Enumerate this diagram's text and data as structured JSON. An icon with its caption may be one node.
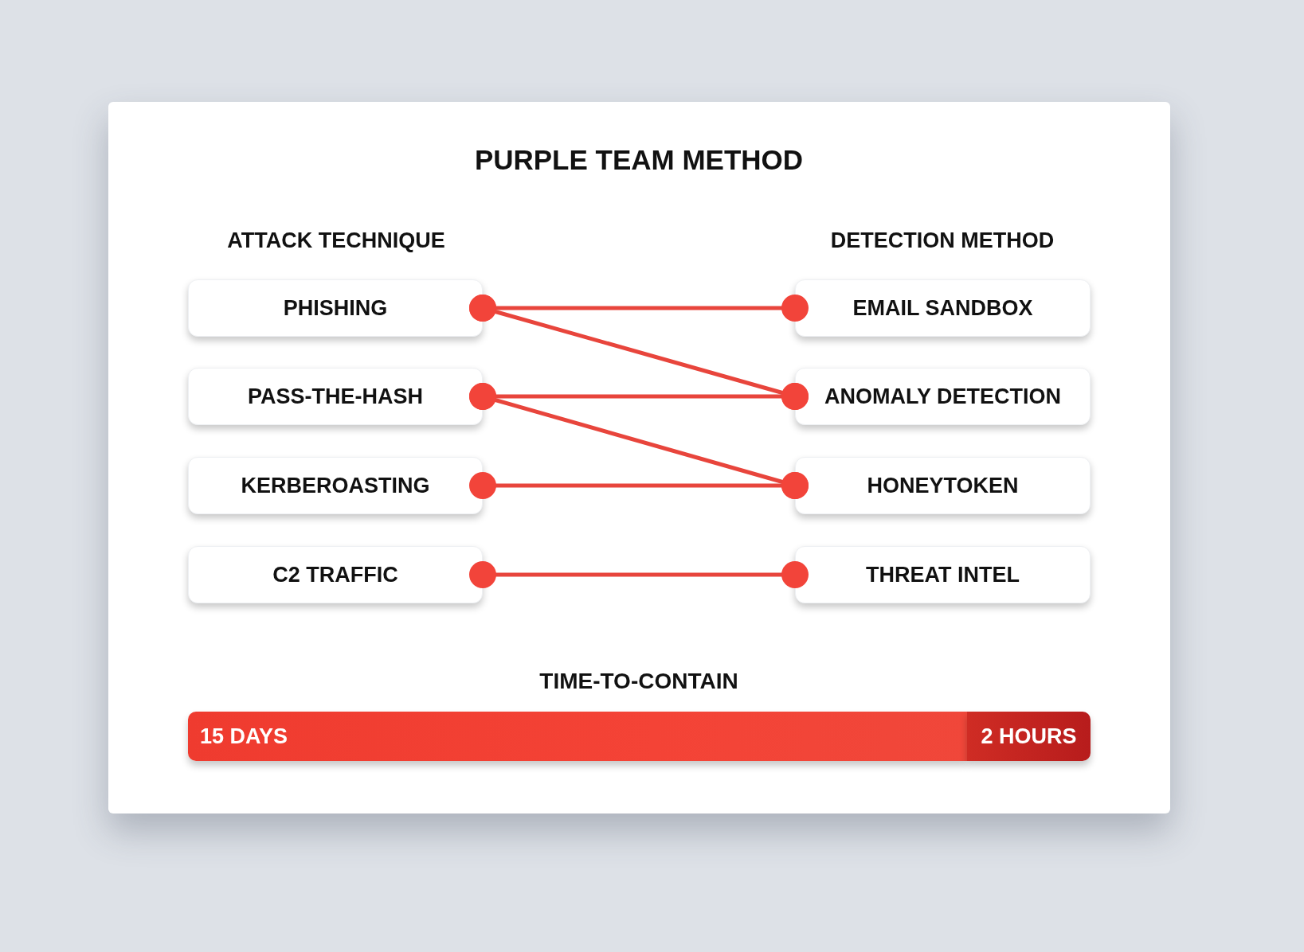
{
  "diagram": {
    "title": "PURPLE TEAM METHOD",
    "nodes": [
      {
        "text": [
          "PHISHING"
        ]
      },
      {
        "text": [
          "PASS-THE-HASH"
        ]
      },
      {
        "text": [
          "KERBEROASTING"
        ]
      },
      {
        "text": [
          "C2 TRAFFIC"
        ]
      },
      {
        "text": [
          "EMAIL SANDBOX"
        ]
      },
      {
        "text": [
          "ANOMALY DETECTION"
        ]
      },
      {
        "text": [
          "HONEYTOKEN"
        ]
      },
      {
        "text": [
          "THREAT INTEL"
        ]
      },
      {
        "text": [
          "15 DAYS"
        ]
      },
      {
        "text": [
          "2 HOURS"
        ]
      }
    ],
    "edges": [
      {
        "from": 0,
        "to": 4,
        "arrow": "other"
      },
      {
        "from": 0,
        "to": 5,
        "arrow": "other"
      },
      {
        "from": 1,
        "to": 5,
        "arrow": "other"
      },
      {
        "from": 1,
        "to": 6,
        "arrow": "other"
      },
      {
        "from": 2,
        "to": 6,
        "arrow": "other"
      },
      {
        "from": 3,
        "to": 7,
        "arrow": "other"
      }
    ],
    "labels": [
      "ATTACK TECHNIQUE",
      "DETECTION METHOD",
      "TIME-TO-CONTAIN"
    ]
  }
}
